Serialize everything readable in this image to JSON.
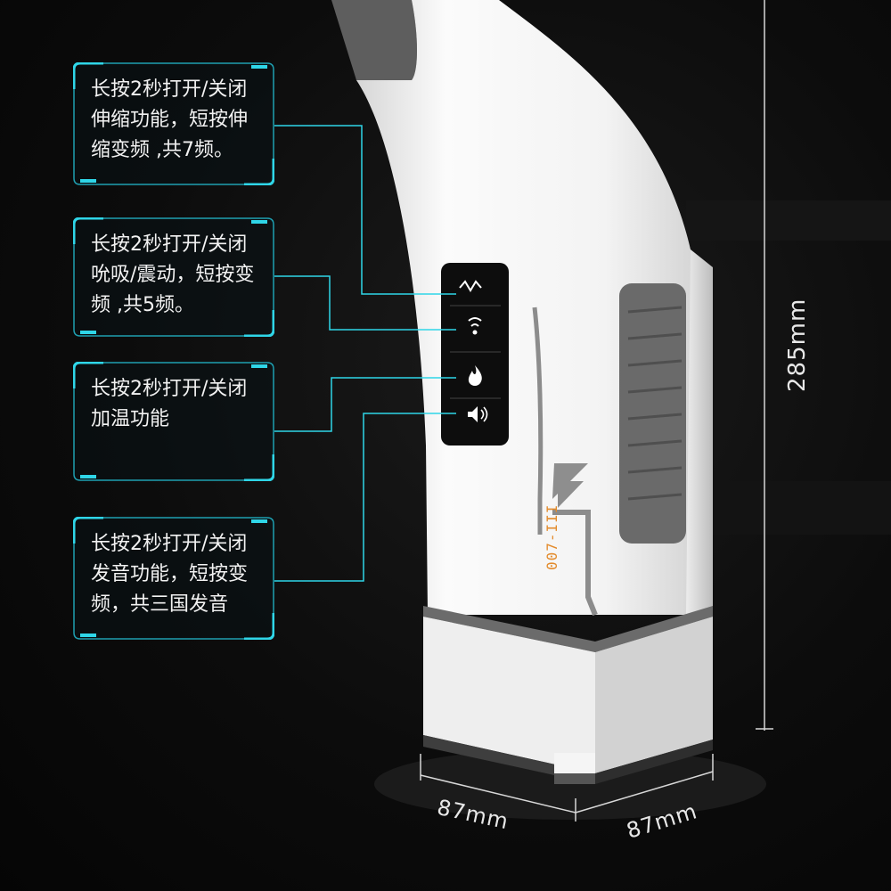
{
  "callouts": [
    {
      "text": "长按2秒打开/关闭\n伸缩功能，短按伸\n缩变频 ,共7频。"
    },
    {
      "text": "长按2秒打开/关闭\n吮吸/震动，短按变\n频 ,共5频。"
    },
    {
      "text": "长按2秒打开/关闭\n加温功能"
    },
    {
      "text": "长按2秒打开/关闭\n发音功能，短按变\n频，共三国发音"
    }
  ],
  "buttons": [
    {
      "icon": "wave-icon"
    },
    {
      "icon": "vibration-icon"
    },
    {
      "icon": "flame-icon"
    },
    {
      "icon": "speaker-icon"
    }
  ],
  "dimensions": {
    "height": "285mm",
    "width_left": "87mm",
    "width_right": "87mm"
  },
  "model_label": "007-III",
  "colors": {
    "accent_cyan": "#2fd6e8",
    "model_orange": "#e38b2c",
    "body_white": "#f1f1f1"
  }
}
